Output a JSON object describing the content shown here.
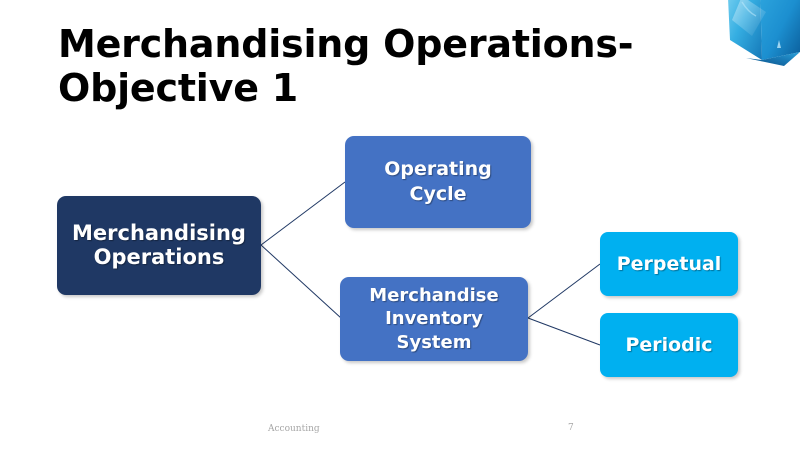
{
  "slide": {
    "title": "Merchandising Operations-\nObjective 1",
    "background_color": "#FFFFFF"
  },
  "colors": {
    "root_box": "#1F3864",
    "level2_box": "#4472C4",
    "level3_box": "#00B0F0",
    "connector": "#203864",
    "title_text": "#000000",
    "box_text": "#FFFFFF",
    "footer_text": "#A6A6A6"
  },
  "diagram": {
    "root": {
      "label": "Merchandising\nOperations",
      "color": "#1F3864"
    },
    "branches": [
      {
        "label": "Operating\nCycle",
        "color": "#4472C4",
        "children": []
      },
      {
        "label": "Merchandise\nInventory\nSystem",
        "color": "#4472C4",
        "children": [
          {
            "label": "Perpetual",
            "color": "#00B0F0"
          },
          {
            "label": "Periodic",
            "color": "#00B0F0"
          }
        ]
      }
    ]
  },
  "decoration": {
    "corner_graphic": "blue-diamond-graphic"
  },
  "footer": {
    "label": "Accounting",
    "page_number": "7"
  }
}
